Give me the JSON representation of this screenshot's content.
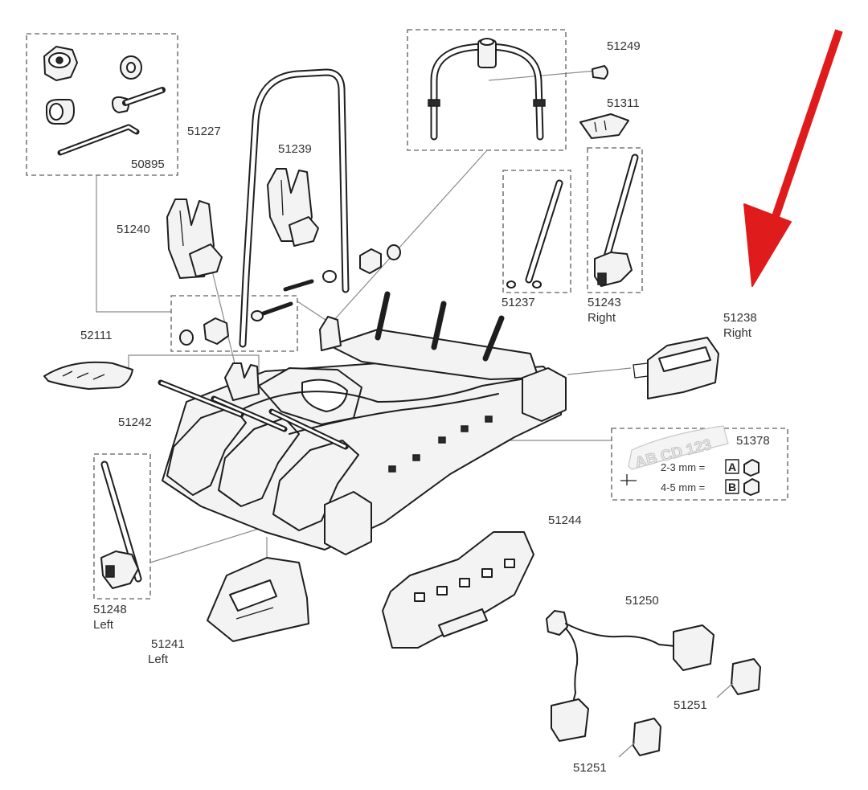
{
  "labels": {
    "p50895": "50895",
    "p51227": "51227",
    "p51239": "51239",
    "p51240": "51240",
    "p51249": "51249",
    "p51311": "51311",
    "p51237": "51237",
    "p51243": "51243",
    "p51243_side": "Right",
    "p51238": "51238",
    "p51238_side": "Right",
    "p52111": "52111",
    "p51242": "51242",
    "p51378": "51378",
    "p51244": "51244",
    "p51248": "51248",
    "p51248_side": "Left",
    "p51241": "51241",
    "p51241_side": "Left",
    "p51250": "51250",
    "p51251_a": "51251",
    "p51251_b": "51251"
  },
  "plate_legend": {
    "plate_text": "AB CD 123",
    "row1_range": "2-3 mm =",
    "row1_letter": "A",
    "row2_range": "4-5 mm =",
    "row2_letter": "B"
  },
  "colors": {
    "arrow": "#e01b1b",
    "line": "#1e1e1e",
    "dashed_box": "#7a7a7a"
  }
}
